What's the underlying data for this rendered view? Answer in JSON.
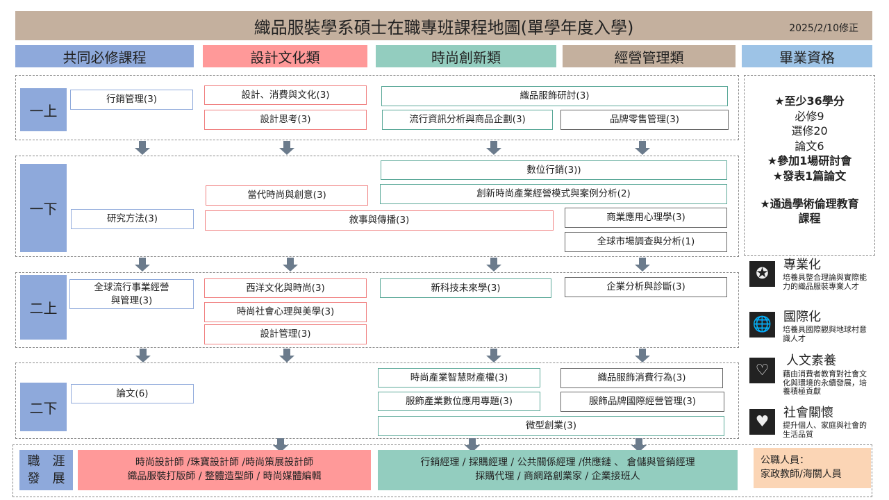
{
  "title": "織品服裝學系碩士在職專班課程地圖(單學年度入學)",
  "date": "2025/2/10修正",
  "headers": [
    "共同必修課程",
    "設計文化類",
    "時尚創新類",
    "經營管理類",
    "畢業資格"
  ],
  "years": [
    "一上",
    "一下",
    "二上",
    "二下"
  ],
  "courses": [
    "行銷管理(3)",
    "設計、消費與文化(3)",
    "設計思考(3)",
    "織品服飾研討(3)",
    "流行資訊分析與商品企劃(3)",
    "品牌零售管理(3)",
    "數位行銷(3))",
    "當代時尚與創意(3)",
    "創新時尚產業經營模式與案例分析(2)",
    "研究方法(3)",
    "敘事與傳播(3)",
    "商業應用心理學(3)",
    "全球市場調查與分析(1)",
    "全球流行事業經營\n與管理(3)",
    "西洋文化與時尚(3)",
    "新科技未來學(3)",
    "企業分析與診斷(3)",
    "時尚社會心理與美學(3)",
    "設計管理(3)",
    "論文(6)",
    "時尚產業智慧財產權(3)",
    "織品服飾消費行為(3)",
    "服飾產業數位應用專題(3)",
    "服飾品牌國際經營管理(3)",
    "微型創業(3)"
  ],
  "graduation": [
    "★至少36學分",
    "必修9",
    "選修20",
    "論文6",
    "★參加1場研討會",
    "★發表1篇論文",
    "★通過學術倫理教育",
    "課程"
  ],
  "values": [
    {
      "title": "專業化",
      "desc": "培養具整合理論與實際能力的織品服裝專業人才"
    },
    {
      "title": "國際化",
      "desc": "培養具國際觀與地球村意識人才"
    },
    {
      "title": "人文素養",
      "desc": "藉由消費者教育對社會文化與環境的永續發展，培養積極貢獻"
    },
    {
      "title": "社會關懷",
      "desc": "提升個人、家庭與社會的生活品質"
    }
  ],
  "career": {
    "label1": "職　涯",
    "label2": "發　展",
    "design": "時尚設計師 /珠寶設計師 /時尚策展設計師\n織品服裝打版師 / 整體造型師 / 時尚媒體編輯",
    "business": "行銷經理 / 採購經理 / 公共關係經理 /供應鏈 、 倉儲與管銷經理\n採購代理 / 商網路創業家 / 企業接班人",
    "public": "公職人員：\n家政教師/海關人員"
  },
  "colors": {
    "common": "#8ea9db",
    "design": "#ff9999",
    "fashion": "#93cdbf",
    "business": "#c4b09e",
    "grad": "#9dc3e6",
    "public": "#fbd5b5"
  }
}
